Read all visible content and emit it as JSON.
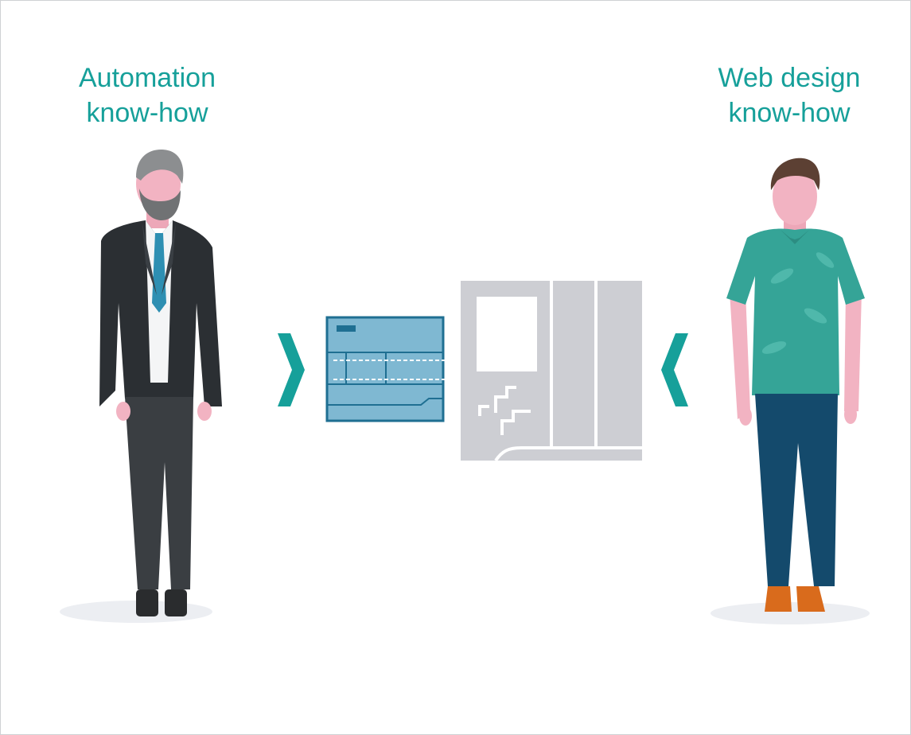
{
  "left_label": {
    "line1": "Automation",
    "line2": "know-how"
  },
  "right_label": {
    "line1": "Web design",
    "line2": "know-how"
  },
  "colors": {
    "accent_teal": "#16a09a",
    "plc_blue": "#7fb8d2",
    "plc_outline": "#1f6f92",
    "panel_gray": "#cdced3",
    "suit": "#2b2f33",
    "tie": "#2e8fb2",
    "shirt_green": "#35a497",
    "jeans": "#144a6c",
    "shoes_orange": "#d96b1c"
  },
  "icons": {
    "left_arrow": "chevron-right-icon",
    "right_arrow": "chevron-left-icon",
    "plc": "plc-controller-icon",
    "hmi": "hmi-panel-icon"
  }
}
